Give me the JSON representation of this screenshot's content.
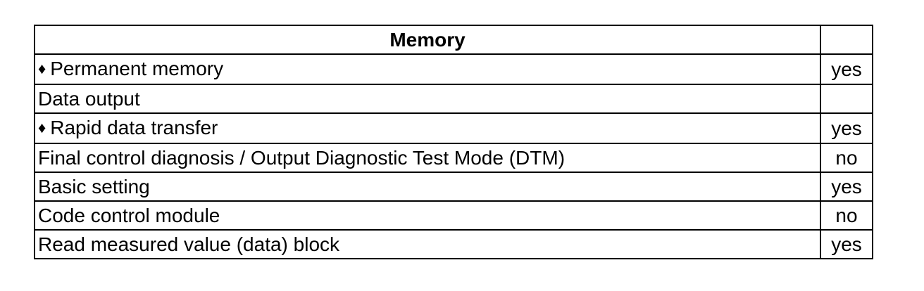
{
  "table": {
    "header": {
      "title": "Memory",
      "value": ""
    },
    "rows": [
      {
        "bullet": "♦",
        "label": "Permanent memory",
        "value": "yes"
      },
      {
        "bullet": "",
        "label": "Data output",
        "value": ""
      },
      {
        "bullet": "♦",
        "label": "Rapid data transfer",
        "value": "yes"
      },
      {
        "bullet": "",
        "label": "Final control diagnosis / Output Diagnostic Test Mode (DTM)",
        "value": "no"
      },
      {
        "bullet": "",
        "label": "Basic setting",
        "value": "yes"
      },
      {
        "bullet": "",
        "label": "Code control module",
        "value": "no"
      },
      {
        "bullet": "",
        "label": "Read measured value (data) block",
        "value": "yes"
      }
    ]
  }
}
